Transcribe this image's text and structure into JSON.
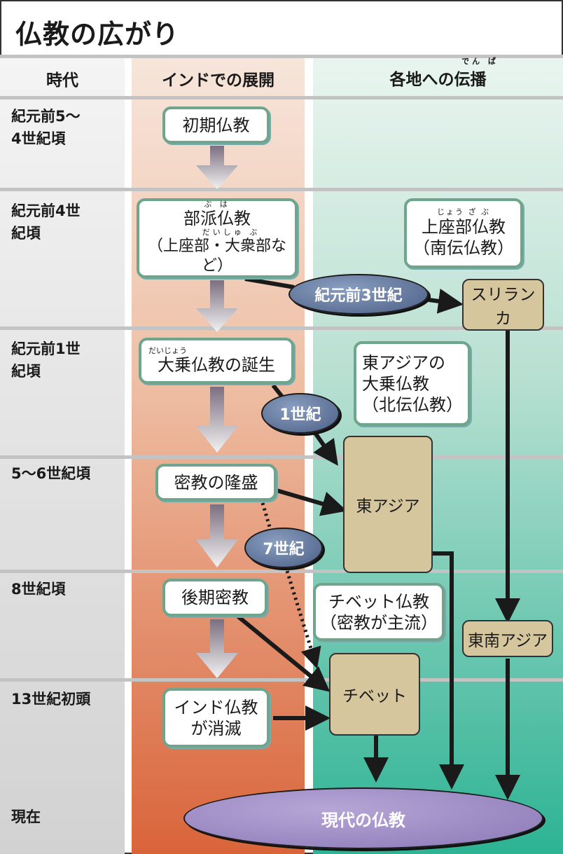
{
  "title": "仏教の広がり",
  "headers": {
    "time": "時代",
    "india": "インドでの展開",
    "spread": "各地への伝播",
    "spread_ruby": "でん ぱ"
  },
  "periods": [
    "紀元前5～\n4世紀頃",
    "紀元前4世\n紀頃",
    "紀元前1世\n紀頃",
    "5～6世紀頃",
    "8世紀頃",
    "13世紀初頭",
    "現在"
  ],
  "india": {
    "early": "初期仏教",
    "sectarian": "部派仏教",
    "sectarian_ruby": "ぶ は",
    "sectarian_sub": "（上座部・大衆部など）",
    "sectarian_sub_ruby": "だいしゅ ぶ",
    "mahayana": "大乗仏教の誕生",
    "mahayana_ruby": "だいじょう",
    "esoteric": "密教の隆盛",
    "late_esoteric": "後期密教",
    "extinct": "インド仏教\nが消滅"
  },
  "spread": {
    "theravada": "上座部仏教",
    "theravada_ruby": "じょう ざ ぶ",
    "theravada_sub": "（南伝仏教）",
    "east_mahayana": "東アジアの\n大乗仏教\n（北伝仏教）",
    "tibetan": "チベット仏教\n（密教が主流）"
  },
  "places": {
    "srilanka": "スリランカ",
    "east_asia": "東アジア",
    "southeast_asia": "東南アジア",
    "tibet": "チベット"
  },
  "eras": {
    "bc3": "紀元前3世紀",
    "c1": "1世紀",
    "c7": "7世紀"
  },
  "modern": "現代の仏教"
}
